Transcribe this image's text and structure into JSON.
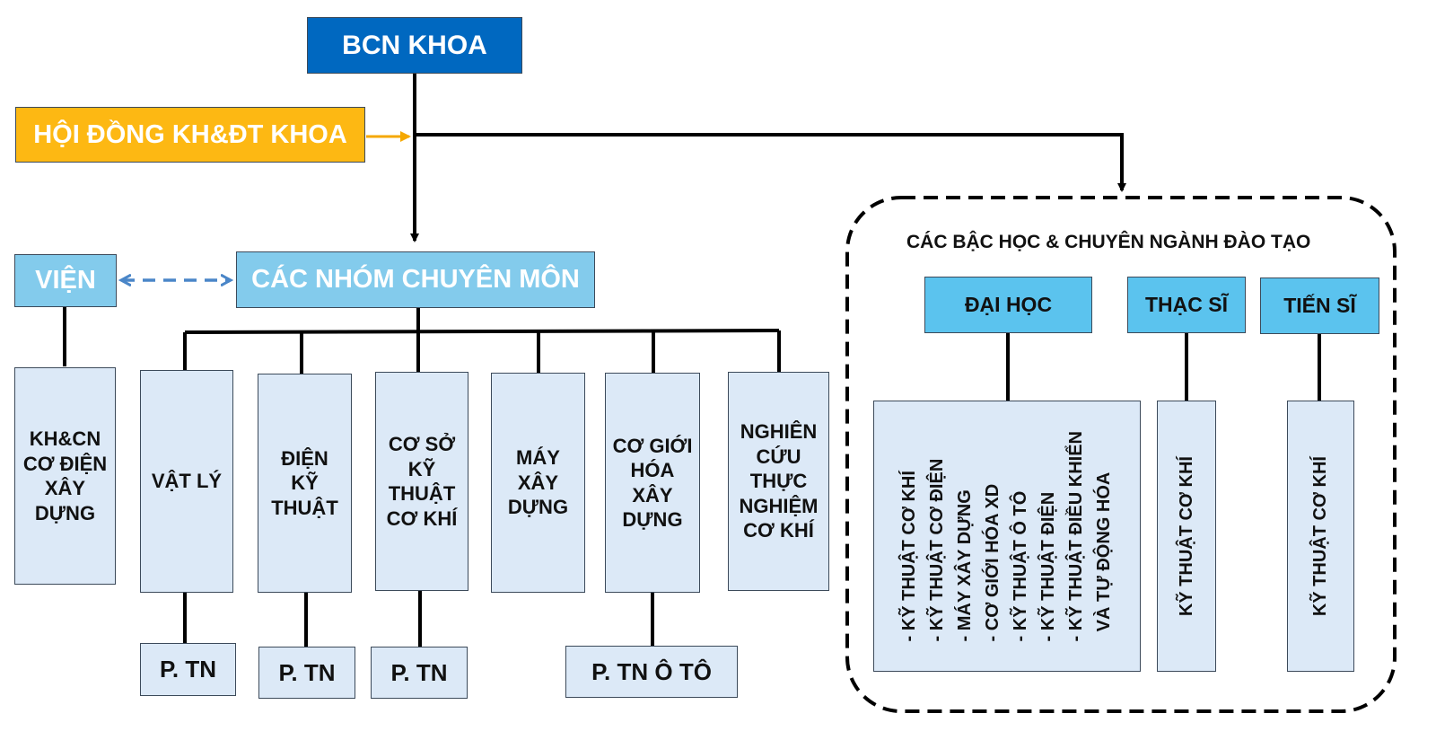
{
  "header": {
    "top": "BCN KHOA",
    "council": "HỘI ĐỒNG KH&ĐT KHOA",
    "groups": "CÁC NHÓM CHUYÊN MÔN",
    "institute": "VIỆN"
  },
  "institute_child": "KH&CN\nCƠ ĐIỆN\nXÂY\nDỰNG",
  "expert_groups": [
    {
      "label": "VẬT LÝ",
      "lab": "P. TN"
    },
    {
      "label": "ĐIỆN\nKỸ\nTHUẬT",
      "lab": "P. TN"
    },
    {
      "label": "CƠ SỞ\nKỸ\nTHUẬT\nCƠ KHÍ",
      "lab": "P. TN"
    },
    {
      "label": "MÁY\nXÂY\nDỰNG",
      "lab": null
    },
    {
      "label": "CƠ GIỚI\nHÓA\nXÂY\nDỰNG",
      "lab": "P. TN Ô TÔ"
    },
    {
      "label": "NGHIÊN\nCỨU\nTHỰC\nNGHIỆM\nCƠ KHÍ",
      "lab": null
    }
  ],
  "training": {
    "title": "CÁC BẬC HỌC & CHUYÊN NGÀNH ĐÀO TẠO",
    "levels": [
      {
        "label": "ĐẠI HỌC",
        "majors": [
          "- KỸ THUẬT CƠ KHÍ",
          "- KỸ THUẬT CƠ ĐIỆN",
          "- MÁY XÂY DỰNG",
          "- CƠ GIỚI HÓA XD",
          "- KỸ THUẬT Ô TÔ",
          "- KỸ THUẬT ĐIỆN",
          "- KỸ THUẬT ĐIỀU KHIỂN",
          "  VÀ TỰ ĐỘNG HÓA"
        ]
      },
      {
        "label": "THẠC SĨ",
        "majors": [
          "KỸ THUẬT CƠ KHÍ"
        ]
      },
      {
        "label": "TIẾN SĨ",
        "majors": [
          "KỸ THUẬT CƠ KHÍ"
        ]
      }
    ]
  },
  "colors": {
    "top": "#0068c0",
    "council": "#fdb813",
    "groups": "#83cbec",
    "leaf": "#dce9f7",
    "level": "#5bc3ee",
    "connector": "#000000",
    "dashed_link": "#4a86c8"
  }
}
